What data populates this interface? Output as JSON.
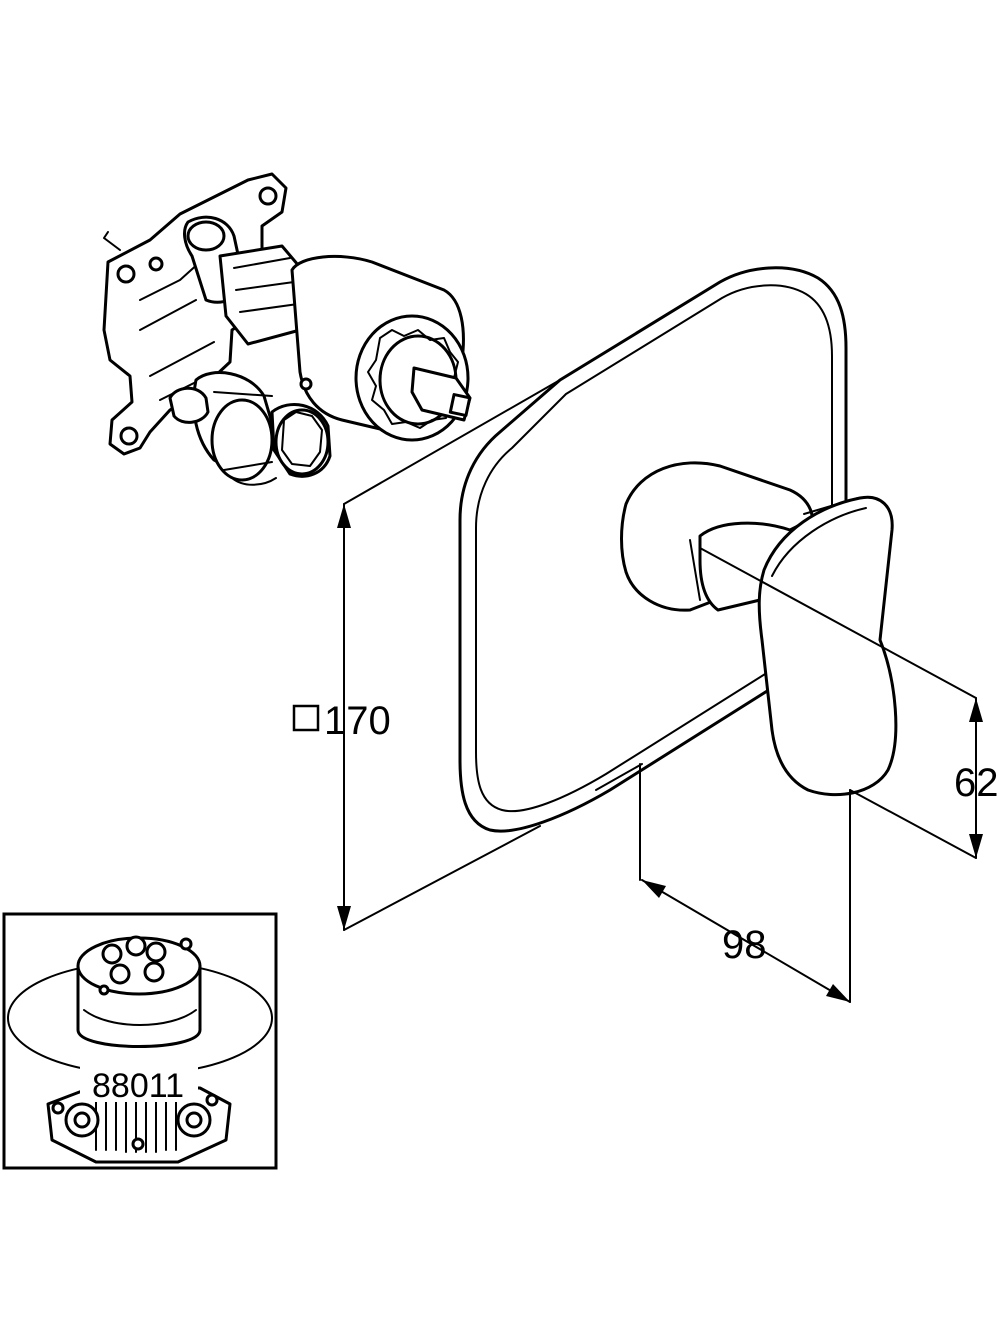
{
  "dimensions": {
    "width_square": "170",
    "depth": "98",
    "handle_height": "62"
  },
  "inset": {
    "part_number": "88011"
  }
}
